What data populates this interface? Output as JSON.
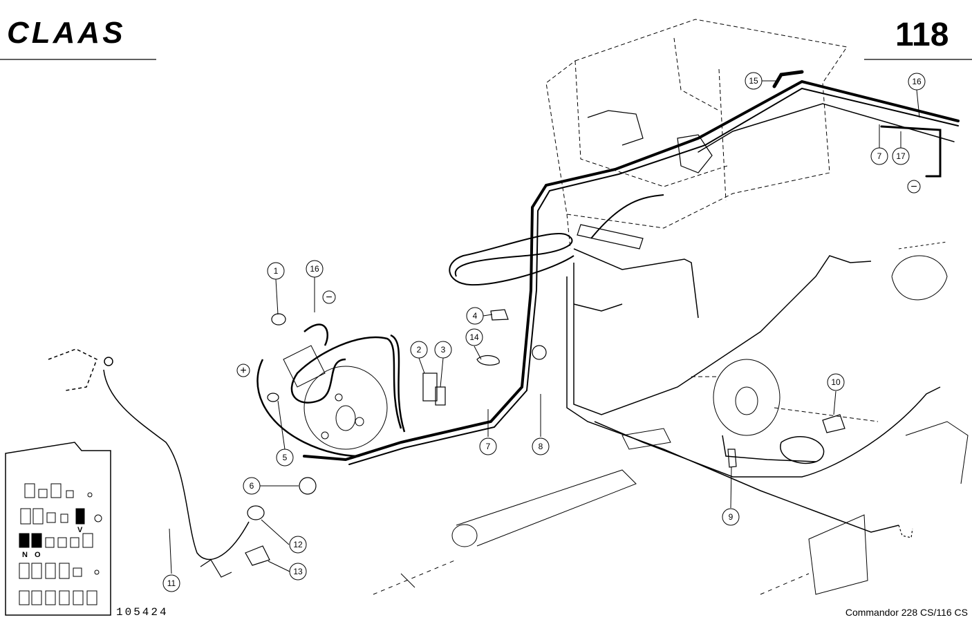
{
  "header": {
    "brand": "CLAAS",
    "page_number": "118"
  },
  "footer": {
    "drawing_number": "105424",
    "model": "Commandor 228 CS/116 CS"
  },
  "callouts": [
    {
      "id": "c1",
      "label": "1"
    },
    {
      "id": "c16a",
      "label": "16"
    },
    {
      "id": "c15",
      "label": "15"
    },
    {
      "id": "c16b",
      "label": "16"
    },
    {
      "id": "c7a",
      "label": "7"
    },
    {
      "id": "c17",
      "label": "17"
    },
    {
      "id": "c4",
      "label": "4"
    },
    {
      "id": "c14",
      "label": "14"
    },
    {
      "id": "c2",
      "label": "2"
    },
    {
      "id": "c3",
      "label": "3"
    },
    {
      "id": "c5",
      "label": "5"
    },
    {
      "id": "c6",
      "label": "6"
    },
    {
      "id": "c7b",
      "label": "7"
    },
    {
      "id": "c8",
      "label": "8"
    },
    {
      "id": "c10",
      "label": "10"
    },
    {
      "id": "c9",
      "label": "9"
    },
    {
      "id": "c11",
      "label": "11"
    },
    {
      "id": "c12",
      "label": "12"
    },
    {
      "id": "c13",
      "label": "13"
    }
  ],
  "symbols": {
    "minus": "−",
    "plus": "+"
  },
  "fuse_panel": {
    "label_n": "N",
    "label_o": "O",
    "label_v": "V"
  }
}
